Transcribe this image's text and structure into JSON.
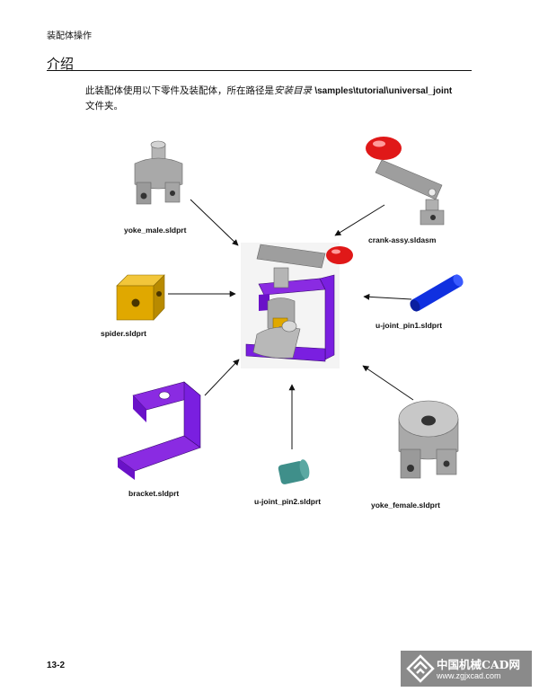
{
  "header": {
    "section": "装配体操作"
  },
  "title": "介绍",
  "intro": {
    "text_before": "此装配体使用以下零件及装配体，所在路径是",
    "install_dir": "安装目录",
    "path": "\\samples\\tutorial\\universal_joint",
    "text_after": "文件夹。"
  },
  "parts": [
    {
      "id": "yoke_male",
      "label": "yoke_male.sldprt"
    },
    {
      "id": "crank_assy",
      "label": "crank-assy.sldasm"
    },
    {
      "id": "spider",
      "label": "spider.sldprt"
    },
    {
      "id": "u_joint_pin1",
      "label": "u-joint_pin1.sldprt"
    },
    {
      "id": "bracket",
      "label": "bracket.sldprt"
    },
    {
      "id": "u_joint_pin2",
      "label": "u-joint_pin2.sldprt"
    },
    {
      "id": "yoke_female",
      "label": "yoke_female.sldprt"
    }
  ],
  "colors": {
    "purple": "#7a1fe0",
    "gray": "#a9a9a9",
    "red": "#e01818",
    "yellow": "#e0a800",
    "blue": "#1030e0",
    "teal": "#3f8f8a"
  },
  "footer": {
    "page_number": "13-2"
  },
  "watermark": {
    "name": "中国机械CAD网",
    "url": "www.zgjxcad.com"
  }
}
